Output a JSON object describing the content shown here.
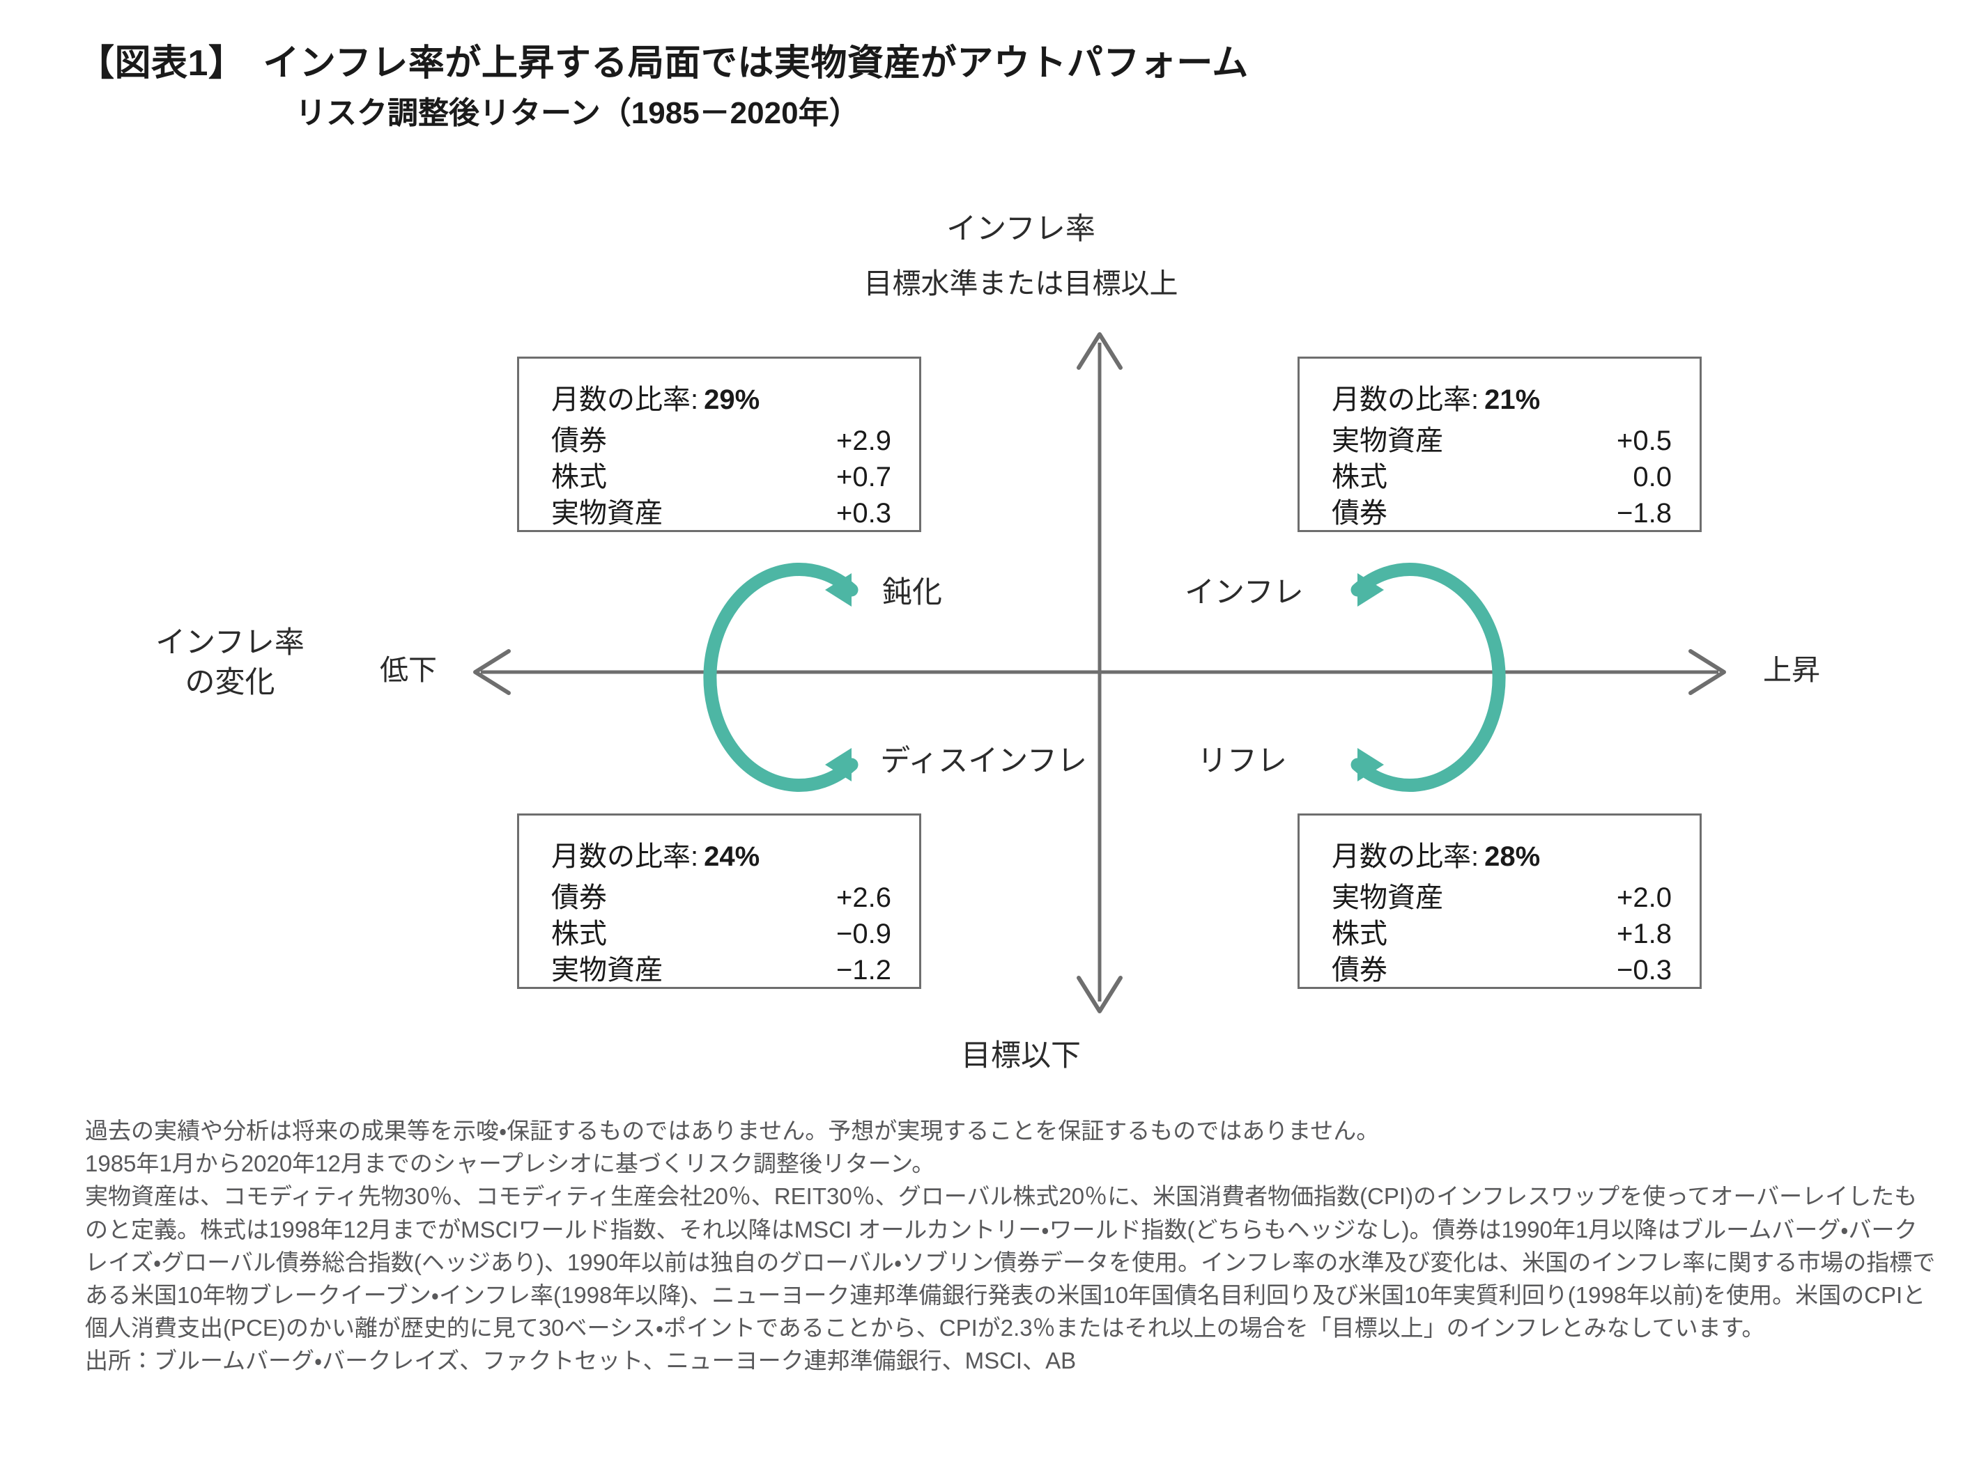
{
  "header": {
    "figure_tag": "【図表1】",
    "title": "インフレ率が上昇する局面では実物資産がアウトパフォーム",
    "subtitle": "リスク調整後リターン（1985－2020年）"
  },
  "axes": {
    "vertical_title": "インフレ率",
    "vertical_top_label": "目標水準または目標以上",
    "vertical_bottom_label": "目標以下",
    "horizontal_title_line1": "インフレ率",
    "horizontal_title_line2": "の変化",
    "horizontal_left_label": "低下",
    "horizontal_right_label": "上昇"
  },
  "quadrant_names": {
    "top_left": "鈍化",
    "top_right": "インフレ",
    "bottom_left": "ディスインフレ",
    "bottom_right": "リフレ"
  },
  "colors": {
    "accent_teal": "#4db6a4",
    "axis_gray": "#6e6e6e",
    "box_border": "#6e6e6e",
    "text_dark": "#1a1a1a",
    "footnote_gray": "#58585a"
  },
  "chart_data": {
    "type": "table",
    "title": "インフレ率が上昇する局面では実物資産がアウトパフォーム",
    "subtitle": "リスク調整後リターン（1985－2020年）",
    "xlabel": "インフレ率の変化",
    "ylabel": "インフレ率",
    "share_label": "月数の比率:",
    "quadrants": [
      {
        "position": "top-left",
        "name": "鈍化",
        "share": "29%",
        "rows": [
          {
            "label": "債券",
            "value": "+2.9"
          },
          {
            "label": "株式",
            "value": "+0.7"
          },
          {
            "label": "実物資産",
            "value": "+0.3"
          }
        ]
      },
      {
        "position": "top-right",
        "name": "インフレ",
        "share": "21%",
        "rows": [
          {
            "label": "実物資産",
            "value": "+0.5"
          },
          {
            "label": "株式",
            "value": "0.0"
          },
          {
            "label": "債券",
            "value": "−1.8"
          }
        ]
      },
      {
        "position": "bottom-left",
        "name": "ディスインフレ",
        "share": "24%",
        "rows": [
          {
            "label": "債券",
            "value": "+2.6"
          },
          {
            "label": "株式",
            "value": "−0.9"
          },
          {
            "label": "実物資産",
            "value": "−1.2"
          }
        ]
      },
      {
        "position": "bottom-right",
        "name": "リフレ",
        "share": "28%",
        "rows": [
          {
            "label": "実物資産",
            "value": "+2.0"
          },
          {
            "label": "株式",
            "value": "+1.8"
          },
          {
            "label": "債券",
            "value": "−0.3"
          }
        ]
      }
    ]
  },
  "boxes": {
    "tl": {
      "head_label": "月数の比率:",
      "pct": "29%",
      "r1l": "債券",
      "r1v": "+2.9",
      "r2l": "株式",
      "r2v": "+0.7",
      "r3l": "実物資産",
      "r3v": "+0.3"
    },
    "tr": {
      "head_label": "月数の比率:",
      "pct": "21%",
      "r1l": "実物資産",
      "r1v": "+0.5",
      "r2l": "株式",
      "r2v": "0.0",
      "r3l": "債券",
      "r3v": "−1.8"
    },
    "bl": {
      "head_label": "月数の比率:",
      "pct": "24%",
      "r1l": "債券",
      "r1v": "+2.6",
      "r2l": "株式",
      "r2v": "−0.9",
      "r3l": "実物資産",
      "r3v": "−1.2"
    },
    "br": {
      "head_label": "月数の比率:",
      "pct": "28%",
      "r1l": "実物資産",
      "r1v": "+2.0",
      "r2l": "株式",
      "r2v": "+1.8",
      "r3l": "債券",
      "r3v": "−0.3"
    }
  },
  "footnotes": {
    "line1": "過去の実績や分析は将来の成果等を示唆・保証するものではありません。予想が実現することを保証するものではありません。",
    "line2": "1985年1月から2020年12月までのシャープレシオに基づくリスク調整後リターン。",
    "body": "実物資産は、コモディティ先物30％、コモディティ生産会社20％、REIT30％、グローバル株式20％に、米国消費者物価指数(CPI)のインフレスワップを使ってオーバーレイしたものと定義。株式は1998年12月までがMSCIワールド指数、それ以降はMSCI オールカントリー・ワールド指数(どちらもヘッジなし)。債券は1990年1月以降はブルームバーグ・バークレイズ・グローバル債券総合指数(ヘッジあり)、1990年以前は独自のグローバル・ソブリン債券データを使用。インフレ率の水準及び変化は、米国のインフレ率に関する市場の指標である米国10年物ブレークイーブン・インフレ率(1998年以降)、ニューヨーク連邦準備銀行発表の米国10年国債名目利回り及び米国10年実質利回り(1998年以前)を使用。米国のCPIと個人消費支出(PCE)のかい離が歴史的に見て30ベーシス・ポイントであることから、CPIが2.3％またはそれ以上の場合を「目標以上」のインフレとみなしています。",
    "source": "出所：ブルームバーグ・バークレイズ、ファクトセット、ニューヨーク連邦準備銀行、MSCI、AB"
  }
}
